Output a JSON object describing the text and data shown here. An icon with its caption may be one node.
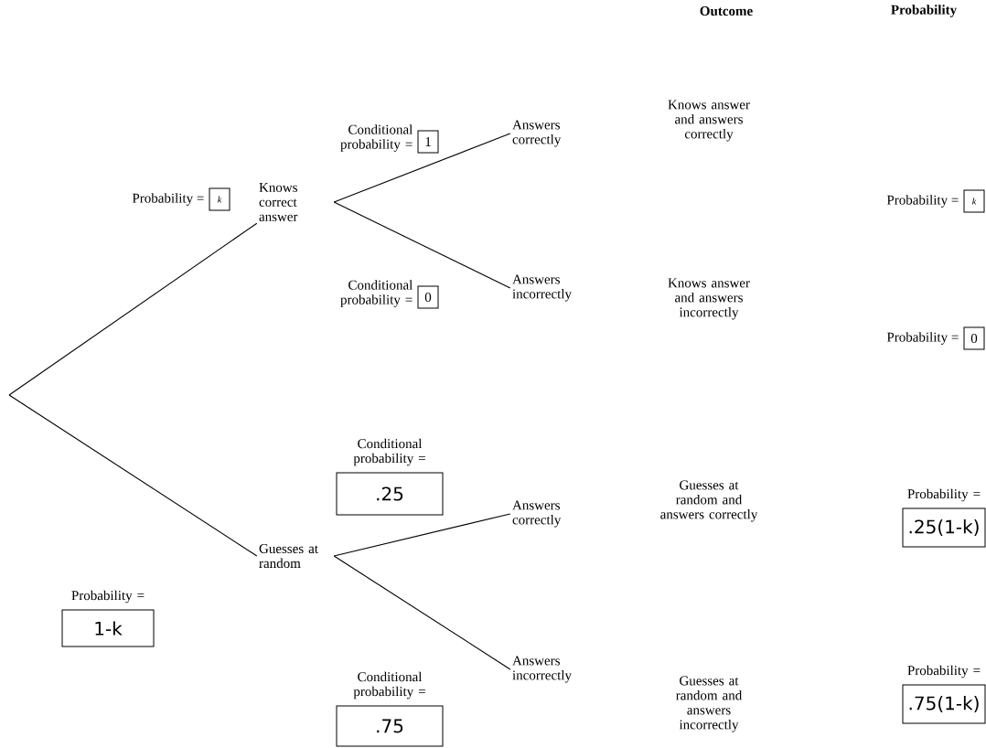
{
  "diagram": {
    "nodes": [
      {
        "text": [
          "k"
        ],
        "beside": [
          "Probability ="
        ]
      },
      {
        "text": [
          "Knows correct answer"
        ]
      },
      {
        "text": [
          "1"
        ],
        "beside": [
          "Conditional probability ="
        ]
      },
      {
        "text": [
          "Answers correctly"
        ]
      },
      {
        "text": [
          "0"
        ],
        "beside": [
          "Conditional probability ="
        ]
      },
      {
        "text": [
          "Answers incorrectly"
        ]
      },
      {
        "text": [
          "1-k"
        ],
        "beside": [
          "Probability ="
        ]
      },
      {
        "text": [
          "Guesses at random"
        ]
      },
      {
        "text": [
          ".25"
        ],
        "beside": [
          "Conditional probability ="
        ]
      },
      {
        "text": [
          "Answers correctly"
        ]
      },
      {
        "text": [
          ".75"
        ],
        "beside": [
          "Conditional probability ="
        ]
      },
      {
        "text": [
          "Answers incorrectly"
        ]
      },
      {
        "text": [
          "k"
        ],
        "beside": [
          "Probability ="
        ]
      },
      {
        "text": [
          "0"
        ],
        "beside": [
          "Probability ="
        ]
      },
      {
        "text": [
          ".25(1-k)"
        ],
        "beside": [
          "Probability ="
        ]
      },
      {
        "text": [
          ".75(1-k)"
        ],
        "beside": [
          "Probability ="
        ]
      }
    ],
    "edges": [
      {
        "from": null,
        "to": 1,
        "arrow": "none"
      },
      {
        "from": null,
        "to": 7,
        "arrow": "none"
      },
      {
        "from": 1,
        "to": 3,
        "arrow": "none"
      },
      {
        "from": 1,
        "to": 5,
        "arrow": "none"
      },
      {
        "from": 7,
        "to": 9,
        "arrow": "none"
      },
      {
        "from": 7,
        "to": 11,
        "arrow": "none"
      }
    ],
    "labels": [
      "Outcome",
      "Probability",
      "Knows answer and answers correctly",
      "Knows answer and answers incorrectly",
      "Guesses at random and answers correctly",
      "Guesses at random and answers incorrectly"
    ]
  }
}
